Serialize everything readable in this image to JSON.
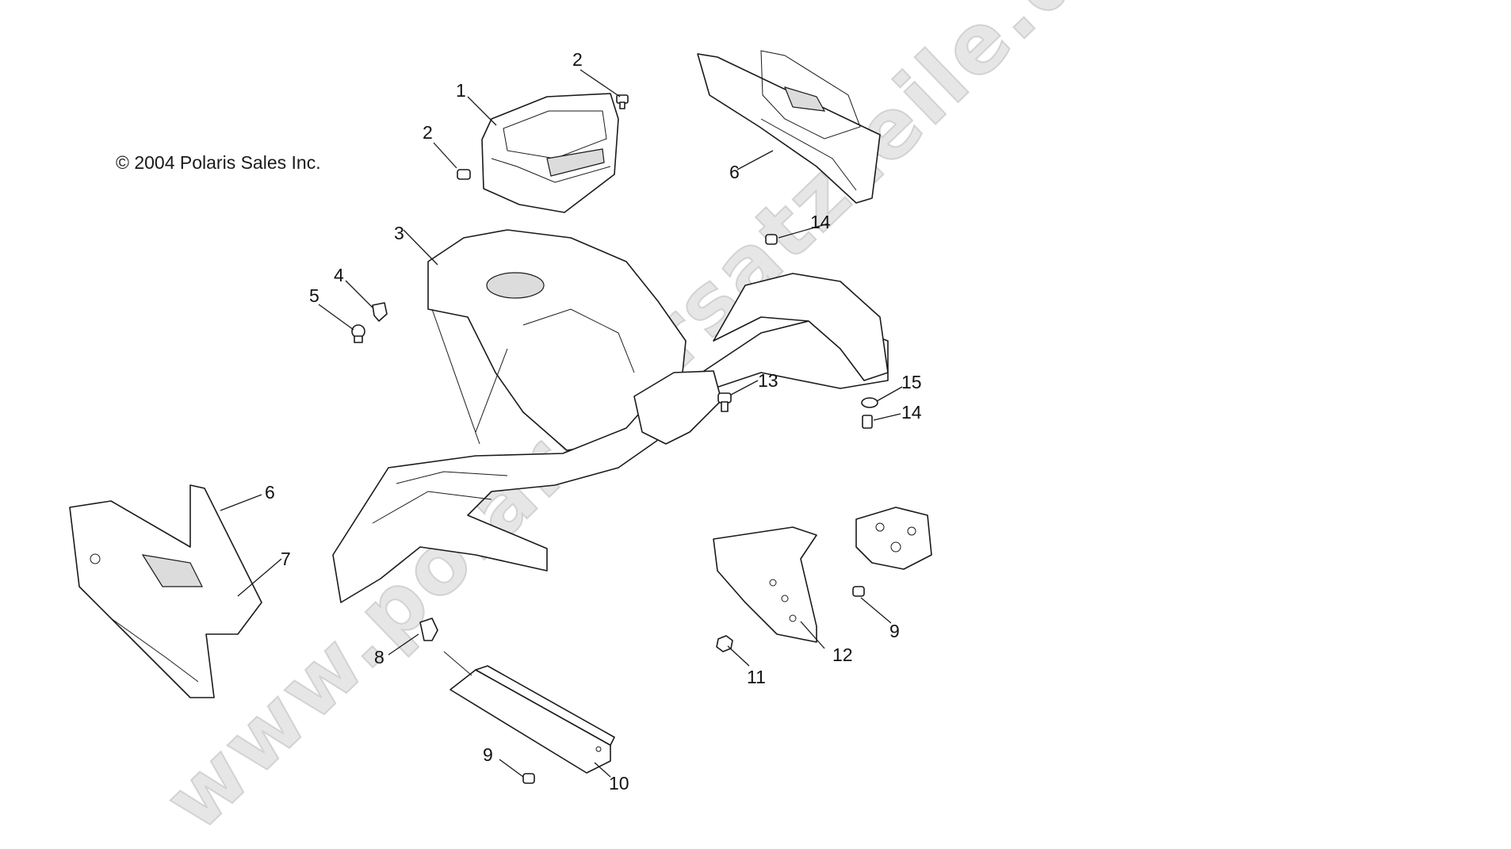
{
  "copyright": "© 2004 Polaris Sales Inc.",
  "watermark": "www.polarisersatzteile.de",
  "callouts": {
    "c1": "1",
    "c2a": "2",
    "c2b": "2",
    "c3": "3",
    "c4": "4",
    "c5": "5",
    "c6a": "6",
    "c6b": "6",
    "c7": "7",
    "c8": "8",
    "c9a": "9",
    "c9b": "9",
    "c10": "10",
    "c11": "11",
    "c12": "12",
    "c13": "13",
    "c14a": "14",
    "c14b": "14",
    "c15": "15"
  }
}
